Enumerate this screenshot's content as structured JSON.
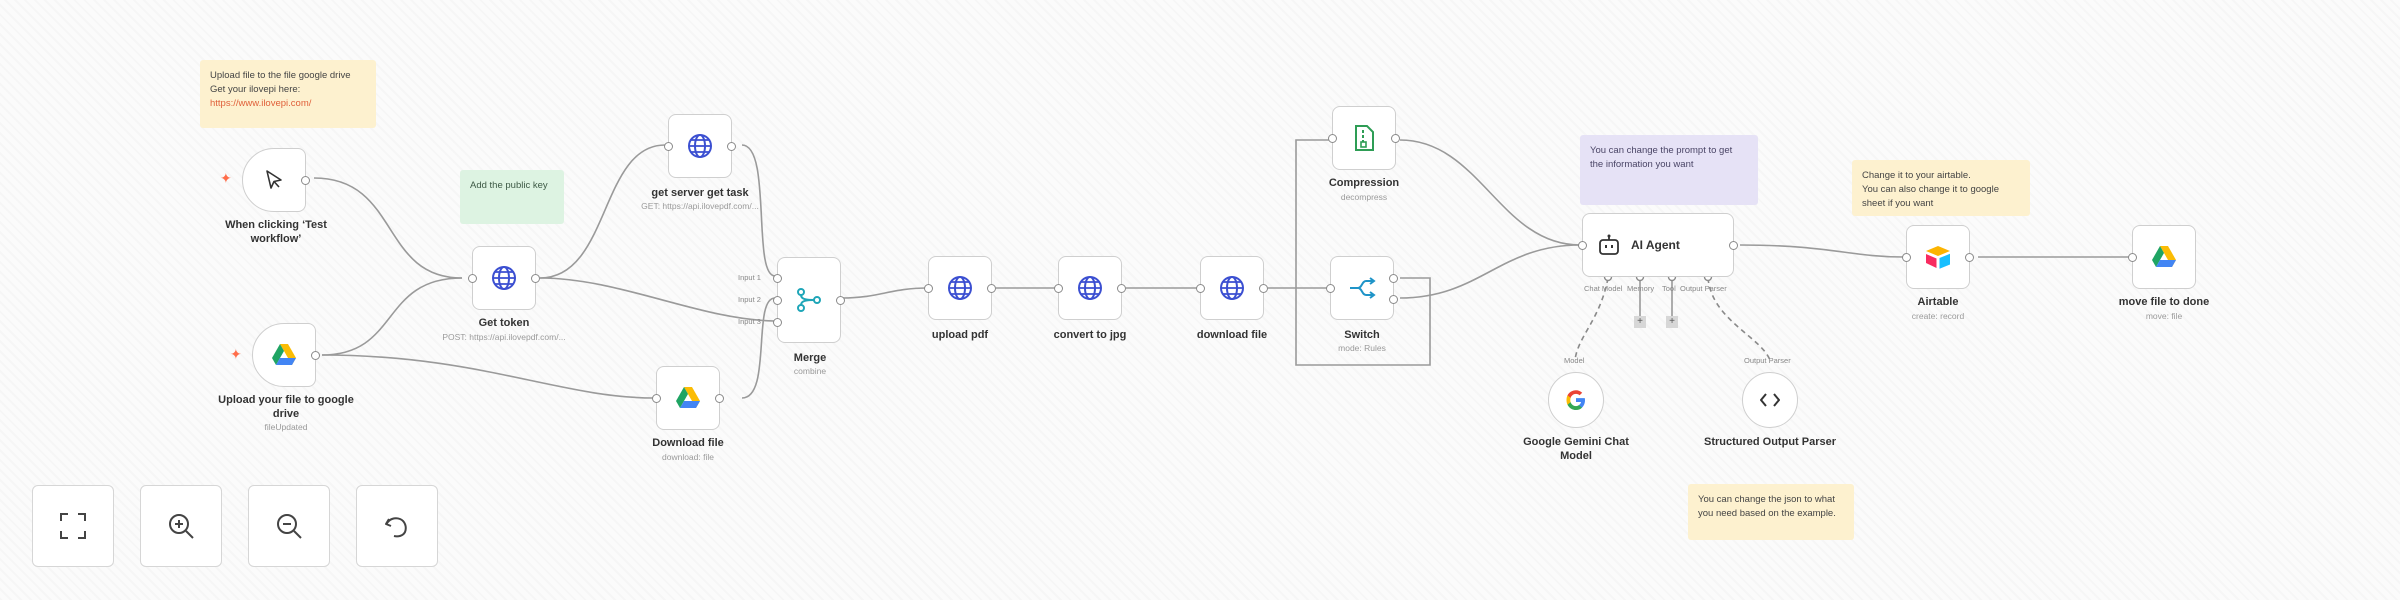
{
  "notes": {
    "upload": {
      "line1": "Upload file to the file google drive",
      "line2": "Get your ilovepi here:",
      "link": "https://www.ilovepi.com/"
    },
    "public_key": "Add the public key",
    "prompt": "You can change the prompt to get the information you want",
    "airtable": {
      "line1": "Change it to your airtable.",
      "line2": "You can also change it to google sheet if you want"
    },
    "json": "You can change the json to what you need based on the example."
  },
  "nodes": {
    "manual_trigger": {
      "label": "When clicking ‘Test workflow’",
      "icon": "cursor-icon"
    },
    "drive_trigger": {
      "label": "Upload your file to google drive",
      "sub": "fileUpdated",
      "icon": "google-drive-icon"
    },
    "get_token": {
      "label": "Get token",
      "sub": "POST: https://api.ilovepdf.com/...",
      "icon": "globe-icon"
    },
    "get_server": {
      "label": "get server get task",
      "sub": "GET: https://api.ilovepdf.com/...",
      "icon": "globe-icon"
    },
    "download_file_drive": {
      "label": "Download file",
      "sub": "download: file",
      "icon": "google-drive-icon"
    },
    "merge": {
      "label": "Merge",
      "sub": "combine",
      "inputs": [
        "Input 1",
        "Input 2",
        "Input 3"
      ],
      "icon": "merge-icon"
    },
    "upload_pdf": {
      "label": "upload pdf",
      "icon": "globe-icon"
    },
    "convert_jpg": {
      "label": "convert to jpg",
      "icon": "globe-icon"
    },
    "download_file": {
      "label": "download file",
      "icon": "globe-icon"
    },
    "compression": {
      "label": "Compression",
      "sub": "decompress",
      "icon": "archive-icon"
    },
    "switch": {
      "label": "Switch",
      "sub": "mode: Rules",
      "icon": "switch-icon"
    },
    "ai_agent": {
      "label": "AI Agent",
      "ports": [
        "Chat Model",
        "Memory",
        "Tool",
        "Output Parser"
      ],
      "icon": "robot-icon"
    },
    "gemini": {
      "label": "Google Gemini Chat Model",
      "port_label": "Model",
      "icon": "google-g-icon"
    },
    "parser": {
      "label": "Structured Output Parser",
      "port_label": "Output Parser",
      "icon": "code-brackets-icon"
    },
    "airtable": {
      "label": "Airtable",
      "sub": "create: record",
      "icon": "airtable-icon"
    },
    "move_file": {
      "label": "move file to done",
      "sub": "move: file",
      "icon": "google-drive-icon"
    }
  },
  "controls": {
    "fit": "fit-view-icon",
    "zoom_in": "zoom-in-icon",
    "zoom_out": "zoom-out-icon",
    "reset": "undo-icon"
  },
  "colors": {
    "globe": "#3b4fd1",
    "trigger": "#ff6d4a",
    "merge": "#1fa6b8",
    "switch": "#1f94c8",
    "compression": "#2e9d55"
  }
}
